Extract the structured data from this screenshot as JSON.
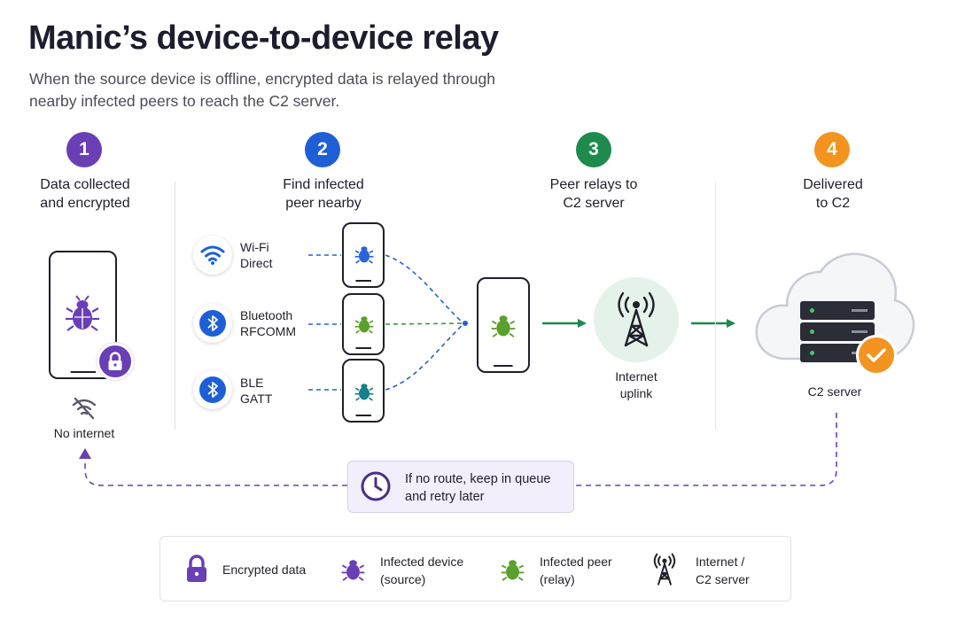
{
  "header": {
    "title": "Manic’s device-to-device relay",
    "subtitle": "When the source device is offline, encrypted data is relayed through nearby infected peers to reach the C2 server."
  },
  "steps": [
    {
      "number": "1",
      "label_line1": "Data collected",
      "label_line2": "and encrypted",
      "color": "#6a3fb5"
    },
    {
      "number": "2",
      "label_line1": "Find infected",
      "label_line2": "peer nearby",
      "color": "#1f5fd6"
    },
    {
      "number": "3",
      "label_line1": "Peer relays to",
      "label_line2": "C2 server",
      "color": "#1e8a4c"
    },
    {
      "number": "4",
      "label_line1": "Delivered",
      "label_line2": "to C2",
      "color": "#f2941f"
    }
  ],
  "source": {
    "status_label": "No internet"
  },
  "channels": [
    {
      "line1": "Wi-Fi",
      "line2": "Direct",
      "icon": "wifi-icon"
    },
    {
      "line1": "Bluetooth",
      "line2": "RFCOMM",
      "icon": "bluetooth-icon"
    },
    {
      "line1": "BLE",
      "line2": "GATT",
      "icon": "bluetooth-icon"
    }
  ],
  "uplink": {
    "line1": "Internet",
    "line2": "uplink"
  },
  "server": {
    "label": "C2 server"
  },
  "queue": {
    "line1": "If no route, keep in queue",
    "line2": "and retry later"
  },
  "legend": [
    {
      "line1": "Encrypted data",
      "line2": "",
      "icon": "lock-icon"
    },
    {
      "line1": "Infected device",
      "line2": "(source)",
      "icon": "bug-icon"
    },
    {
      "line1": "Infected peer",
      "line2": "(relay)",
      "icon": "bug-icon"
    },
    {
      "line1": "Internet /",
      "line2": "C2 server",
      "icon": "tower-icon"
    }
  ],
  "colors": {
    "purple": "#6a3fb5",
    "blue": "#1f5fd6",
    "green": "#1e8a4c",
    "orange": "#f2941f",
    "bug_source": "#6a3fb5",
    "bug_peer_blue": "#2b63d9",
    "bug_relay": "#5aa02c",
    "bug_peer_teal": "#17808a"
  }
}
